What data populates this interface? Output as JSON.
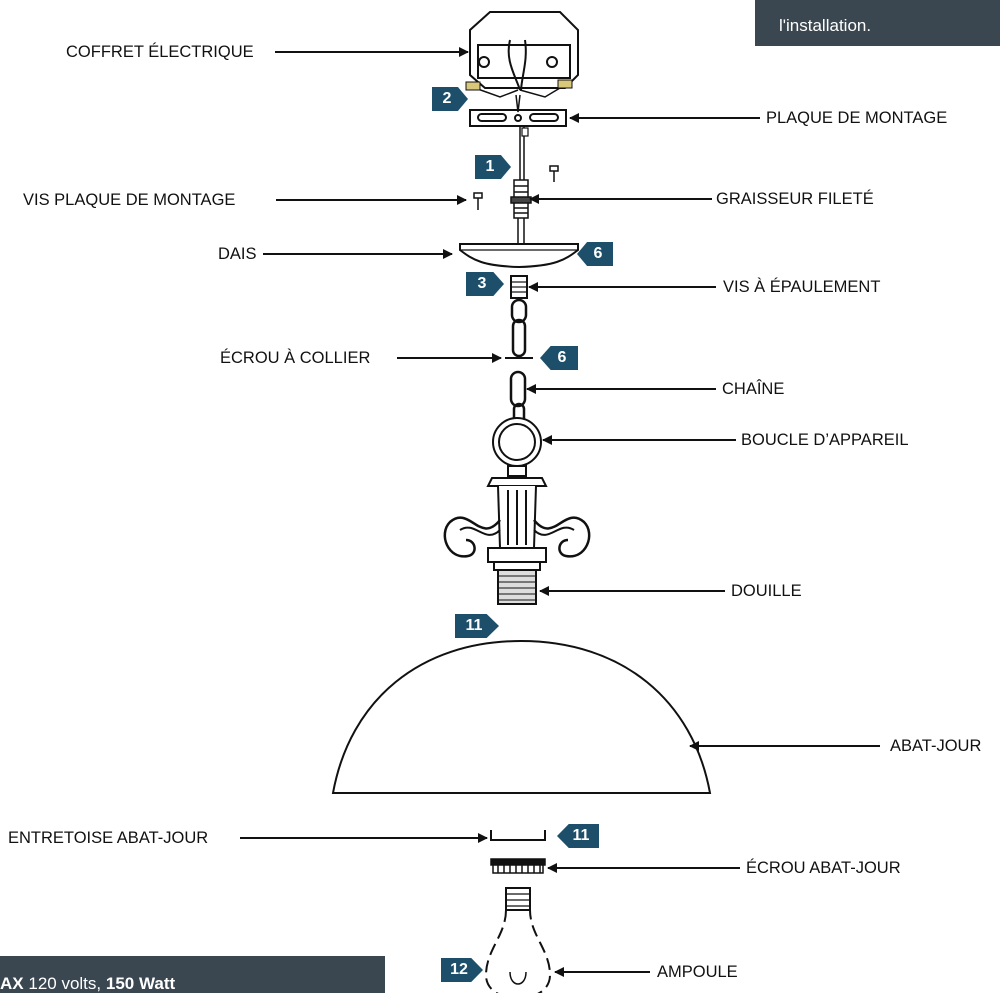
{
  "note_box": {
    "line1": "",
    "line2": "l'installation."
  },
  "bulb_box": {
    "max": "AX",
    "volts": "120 volts,",
    "watts": "150 Watt"
  },
  "labels": {
    "junction_box": "COFFRET ÉLECTRIQUE",
    "mounting_plate": "PLAQUE DE MONTAGE",
    "mounting_screw": "VIS PLAQUE DE MONTAGE",
    "threaded_nipple": "GRAISSEUR FILETÉ",
    "canopy": "DAIS",
    "shoulder_screw": "VIS À ÉPAULEMENT",
    "collar_nut": "ÉCROU À COLLIER",
    "chain": "CHAÎNE",
    "fixture_loop": "BOUCLE D’APPAREIL",
    "socket": "DOUILLE",
    "shade": "ABAT-JOUR",
    "shade_spacer": "ENTRETOISE ABAT-JOUR",
    "shade_nut": "ÉCROU ABAT-JOUR",
    "bulb": "AMPOULE"
  },
  "steps": {
    "s1": "1",
    "s2": "2",
    "s3": "3",
    "s6a": "6",
    "s6b": "6",
    "s11a": "11",
    "s11b": "11",
    "s12": "12"
  },
  "colors": {
    "badge": "#1d4f6b",
    "panel": "#3a4650",
    "line": "#111111"
  }
}
